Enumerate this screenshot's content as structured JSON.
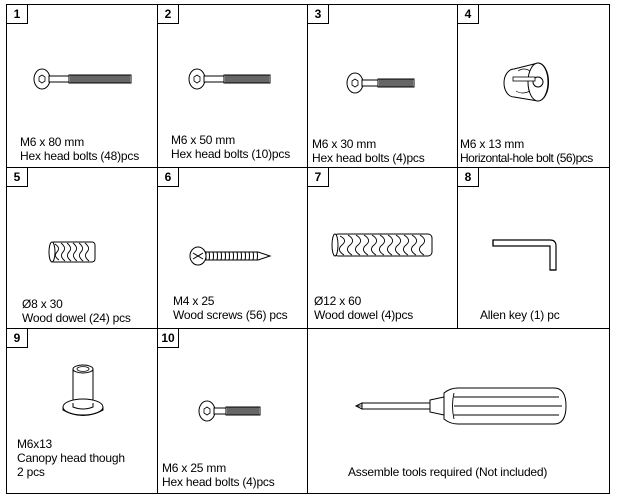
{
  "items": [
    {
      "num": "1",
      "line1": "M6 x 80 mm",
      "line2": "Hex head bolts (48)pcs",
      "icon": "hex-bolt-long-icon"
    },
    {
      "num": "2",
      "line1": "M6 x 50 mm",
      "line2": "Hex head bolts (10)pcs",
      "icon": "hex-bolt-medium-icon"
    },
    {
      "num": "3",
      "line1": "M6 x 30 mm",
      "line2": "Hex head bolts (4)pcs",
      "icon": "hex-bolt-short-icon"
    },
    {
      "num": "4",
      "line1": "M6 x 13 mm",
      "line2": "Horizontal-hole bolt (56)pcs",
      "icon": "barrel-nut-icon"
    },
    {
      "num": "5",
      "line1": "Ø8 x 30",
      "line2": "Wood dowel (24) pcs",
      "icon": "small-wood-dowel-icon"
    },
    {
      "num": "6",
      "line1": "M4 x 25",
      "line2": "Wood screws (56) pcs",
      "icon": "wood-screw-icon"
    },
    {
      "num": "7",
      "line1": "Ø12 x 60",
      "line2": "Wood dowel (4)pcs",
      "icon": "large-wood-dowel-icon"
    },
    {
      "num": "8",
      "line1": "Allen key (1) pc",
      "icon": "allen-key-icon"
    },
    {
      "num": "9",
      "line1": "M6x13",
      "line2": "Canopy head though",
      "line3": "2 pcs",
      "icon": "canopy-head-bolt-icon"
    },
    {
      "num": "10",
      "line1": "M6 x 25 mm",
      "line2": "Hex head bolts (4)pcs",
      "icon": "hex-bolt-tiny-icon"
    }
  ],
  "tools_note": "Assemble tools required (Not included)",
  "tools_icon": "screwdriver-icon"
}
